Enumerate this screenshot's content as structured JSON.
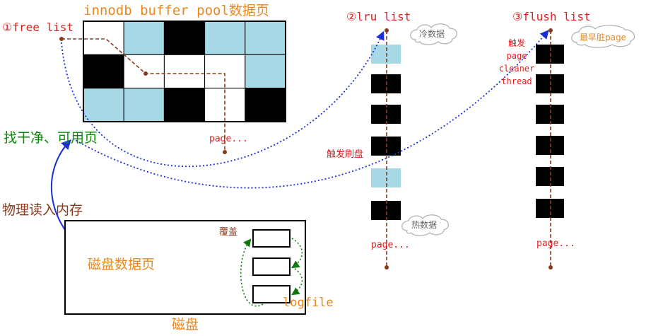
{
  "labels": {
    "buffer_pool_title": "innodb buffer pool数据页",
    "free_list": "①free list",
    "lru_list": "②lru list",
    "flush_list": "③flush list",
    "find_clean_page": "找干净、可用页",
    "physical_read": "物理读入内存",
    "disk_data_page": "磁盘数据页",
    "disk": "磁盘",
    "overwrite": "覆盖",
    "logfile": "logfile",
    "trigger_flush": "触发刷盘",
    "trigger_cleaner": [
      "触发",
      "page",
      "cleaner",
      "thread"
    ],
    "page_ellipsis_pool": "page...",
    "page_ellipsis_lru": "page...",
    "page_ellipsis_flush": "page..."
  },
  "clouds": {
    "cold_data": "冷数据",
    "hot_data": "热数据",
    "earliest_dirty": "最早脏page"
  },
  "buffer_pool_grid": [
    [
      "white",
      "blue",
      "black",
      "blue",
      "blue"
    ],
    [
      "black",
      "white",
      "white",
      "white",
      "blue"
    ],
    [
      "blue",
      "blue",
      "black",
      "white",
      "black"
    ]
  ],
  "lru_pages": [
    "blue",
    "black",
    "black",
    "black",
    "blue",
    "black"
  ],
  "flush_pages": [
    "black",
    "black",
    "black",
    "black",
    "black",
    "black"
  ],
  "colors": {
    "blue": "#a6d8e6",
    "black": "#000000",
    "white": "#ffffff",
    "title_orange": "#e8871e",
    "list_red": "#e02020",
    "brown": "#8b3a1e",
    "green_text": "#0a8a0a",
    "blue_arrow": "#1a2fd6",
    "green_arrow": "#0a7a0a"
  }
}
